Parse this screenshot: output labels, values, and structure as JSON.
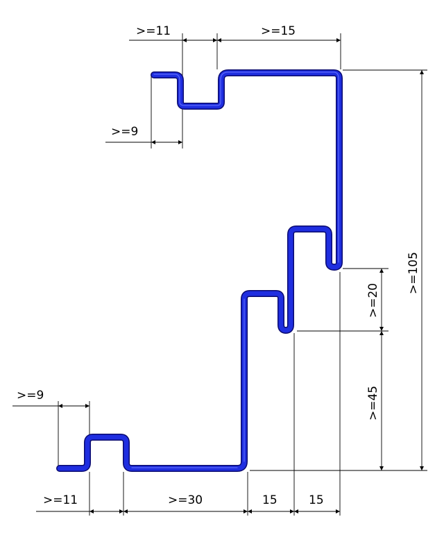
{
  "colors": {
    "profile_fill": "#1f2ee0",
    "profile_edge": "#0a0a6e",
    "dimension_lines": "#000000",
    "background": "#ffffff"
  },
  "dimensions": {
    "top_hook_width": ">=11",
    "top_flange_width": ">=15",
    "top_lip_height": ">=9",
    "bottom_lip_height": ">=9",
    "bottom_hook_width": ">=11",
    "bottom_flange_width": ">=30",
    "step_one": "15",
    "step_two": "15",
    "notch_spacing": ">=20",
    "lower_height": ">=45",
    "total_height": ">=105"
  }
}
